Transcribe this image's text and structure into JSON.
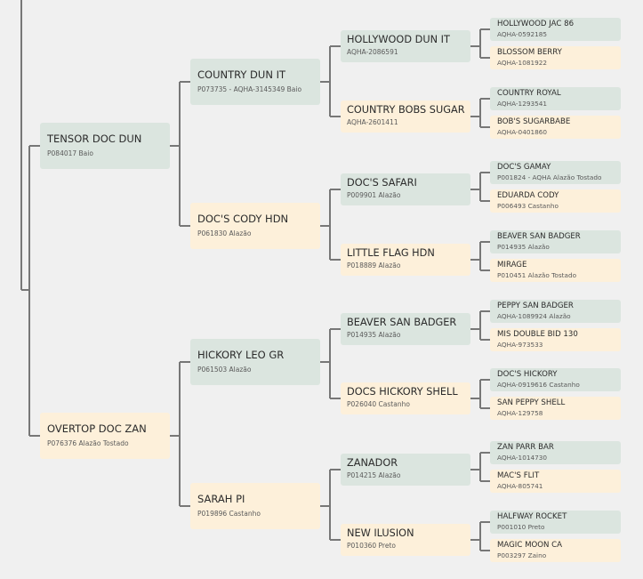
{
  "colors": {
    "male": "#dbe5df",
    "female": "#fdf0da",
    "line": "#777777"
  },
  "pedigree": {
    "sire": {
      "name": "TENSOR DOC DUN",
      "reg": "P084017 Baio"
    },
    "dam": {
      "name": "OVERTOP DOC ZAN",
      "reg": "P076376 Alazão Tostado"
    },
    "ss": {
      "name": "COUNTRY DUN IT",
      "reg": "P073735 - AQHA-3145349 Baio"
    },
    "sd": {
      "name": "DOC'S CODY HDN",
      "reg": "P061830 Alazão"
    },
    "ds": {
      "name": "HICKORY LEO GR",
      "reg": "P061503 Alazão"
    },
    "dd": {
      "name": "SARAH PI",
      "reg": "P019896 Castanho"
    },
    "sss": {
      "name": "HOLLYWOOD DUN IT",
      "reg": "AQHA-2086591"
    },
    "ssd": {
      "name": "COUNTRY BOBS SUGAR",
      "reg": "AQHA-2601411"
    },
    "sds": {
      "name": "DOC'S SAFARI",
      "reg": "P009901 Alazão"
    },
    "sdd": {
      "name": "LITTLE FLAG HDN",
      "reg": "P018889 Alazão"
    },
    "dss": {
      "name": "BEAVER SAN BADGER",
      "reg": "P014935 Alazão"
    },
    "dsd": {
      "name": "DOCS HICKORY SHELL",
      "reg": "P026040 Castanho"
    },
    "dds": {
      "name": "ZANADOR",
      "reg": "P014215 Alazão"
    },
    "ddd": {
      "name": "NEW ILUSION",
      "reg": "P010360 Preto"
    },
    "ssss": {
      "name": "HOLLYWOOD JAC 86",
      "reg": "AQHA-0592185"
    },
    "sssd": {
      "name": "BLOSSOM BERRY",
      "reg": "AQHA-1081922"
    },
    "ssds": {
      "name": "COUNTRY ROYAL",
      "reg": "AQHA-1293541"
    },
    "ssdd": {
      "name": "BOB'S SUGARBABE",
      "reg": "AQHA-0401860"
    },
    "sdss": {
      "name": "DOC'S GAMAY",
      "reg": "P001824 - AQHA Alazão Tostado"
    },
    "sdsd": {
      "name": "EDUARDA CODY",
      "reg": "P006493 Castanho"
    },
    "sdds": {
      "name": "BEAVER SAN BADGER",
      "reg": "P014935 Alazão"
    },
    "sddd": {
      "name": "MIRAGE",
      "reg": "P010451 Alazão Tostado"
    },
    "dsss": {
      "name": "PEPPY SAN BADGER",
      "reg": "AQHA-1089924 Alazão"
    },
    "dssd": {
      "name": "MIS DOUBLE BID 130",
      "reg": "AQHA-973533"
    },
    "dsds": {
      "name": "DOC'S HICKORY",
      "reg": "AQHA-0919616 Castanho"
    },
    "dsdd": {
      "name": "SAN PEPPY SHELL",
      "reg": "AQHA-129758"
    },
    "ddss": {
      "name": "ZAN PARR BAR",
      "reg": "AQHA-1014730"
    },
    "ddsd": {
      "name": "MAC'S FLIT",
      "reg": "AQHA-805741"
    },
    "ddds": {
      "name": "HALFWAY ROCKET",
      "reg": "P001010 Preto"
    },
    "dddd": {
      "name": "MAGIC MOON CA",
      "reg": "P003297 Zaino"
    }
  }
}
